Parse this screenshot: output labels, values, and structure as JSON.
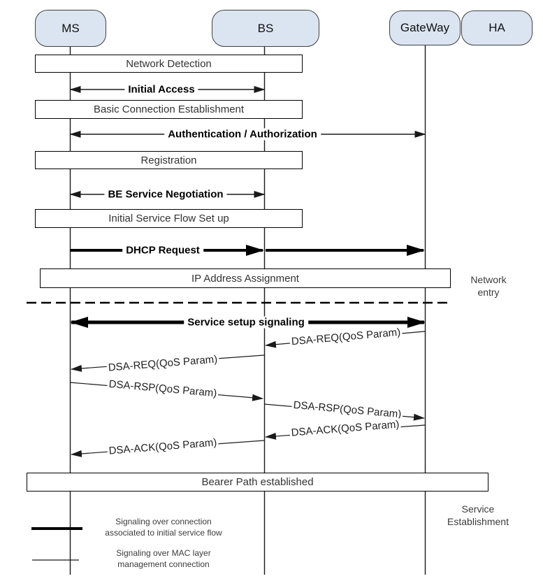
{
  "diagram": {
    "entities": [
      {
        "label": "MS"
      },
      {
        "label": "BS"
      },
      {
        "label": "GateWay"
      },
      {
        "label": "HA"
      }
    ],
    "phase_boxes": [
      {
        "label": "Network Detection"
      },
      {
        "label": "Basic Connection Establishment"
      },
      {
        "label": "Registration"
      },
      {
        "label": "Initial Service Flow Set up"
      },
      {
        "label": "IP Address Assignment"
      },
      {
        "label": "Bearer Path established"
      }
    ],
    "flow_labels": [
      {
        "label": "Initial Access",
        "from": "MS",
        "to": "BS",
        "style": "thin-double-arrow"
      },
      {
        "label": "Authentication / Authorization",
        "from": "MS",
        "to": "GateWay",
        "style": "thin-double-arrow"
      },
      {
        "label": "BE Service Negotiation",
        "from": "MS",
        "to": "BS",
        "style": "thin-double-arrow"
      },
      {
        "label": "DHCP Request",
        "from": "MS",
        "to": "GateWay",
        "style": "thick-arrow-via-BS"
      },
      {
        "label": "Service setup signaling",
        "from": "MS",
        "to": "GateWay",
        "style": "thick-double-arrow"
      }
    ],
    "messages": [
      {
        "label": "DSA-REQ(QoS Param)",
        "from": "GateWay",
        "to": "BS"
      },
      {
        "label": "DSA-REQ(QoS Param)",
        "from": "BS",
        "to": "MS"
      },
      {
        "label": "DSA-RSP(QoS Param)",
        "from": "MS",
        "to": "BS"
      },
      {
        "label": "DSA-RSP(QoS Param)",
        "from": "BS",
        "to": "GateWay"
      },
      {
        "label": "DSA-ACK(QoS Param)",
        "from": "GateWay",
        "to": "BS"
      },
      {
        "label": "DSA-ACK(QoS Param)",
        "from": "BS",
        "to": "MS"
      }
    ],
    "side_labels": {
      "network_entry": "Network entry",
      "service_establishment": "Service Establishment"
    },
    "legend": [
      {
        "line1": "Signaling over connection",
        "line2": "associated to  initial service flow",
        "sample": "thick-line"
      },
      {
        "line1": "Signaling over MAC layer",
        "line2": "management connection",
        "sample": "thin-line"
      }
    ],
    "colors": {
      "entity_fill": "#dbe5f1",
      "entity_border": "#404040",
      "line": "#1a1a1a",
      "box_border": "#000000"
    }
  }
}
